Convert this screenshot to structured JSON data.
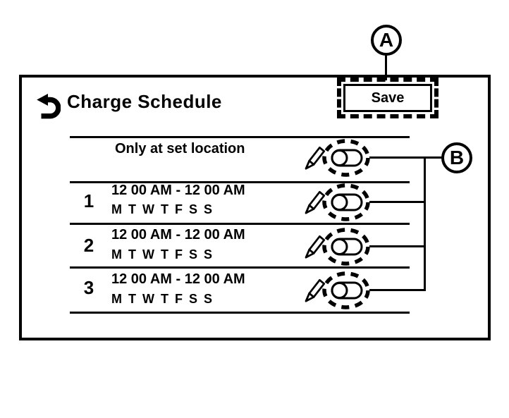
{
  "screen": {
    "title": "Charge Schedule",
    "save_button": {
      "label": "Save"
    }
  },
  "rows": [
    {
      "label": "Only at set location"
    },
    {
      "number": "1",
      "time": "12 00 AM - 12 00 AM",
      "days": "M T W T F S S"
    },
    {
      "number": "2",
      "time": "12 00 AM - 12 00 AM",
      "days": "M T W T F S S"
    },
    {
      "number": "3",
      "time": "12 00 AM - 12 00 AM",
      "days": "M T W T F S S"
    }
  ],
  "callouts": {
    "save_button_label": "A",
    "toggle_group_label": "B"
  },
  "icons": {
    "back": "back-arrow-icon",
    "edit": "pencil-icon",
    "toggle": "toggle-off-switch"
  },
  "toggle_states": [
    "off",
    "off",
    "off",
    "off"
  ],
  "colors": {
    "ink": "#000000",
    "background": "#ffffff"
  }
}
